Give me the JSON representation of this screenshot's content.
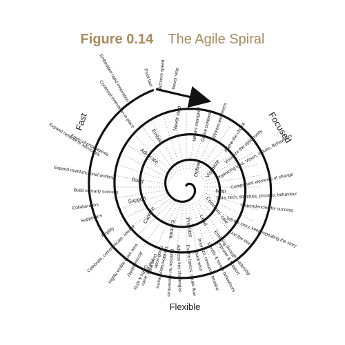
{
  "figure": {
    "number": "Figure 0.14",
    "title": "The Agile Spiral"
  },
  "axes": {
    "fast": "Fast",
    "focused": "Focused",
    "flexible": "Flexible"
  },
  "phases": {
    "define": "Define",
    "visualize": "Visualize",
    "map": "Map",
    "communicate": "Communi- cate",
    "lead": "Lead",
    "prioritize": "Prioritize",
    "execute": "Execute",
    "capture": "Capture",
    "support": "Support",
    "build": "Build",
    "advocate": "Advocate",
    "embed": "Embed",
    "never_stop": "Never stop"
  },
  "details": {
    "whats_changed": "What's changed?",
    "define_contexts": "Define contexts",
    "winners_losers": "Winners and losers",
    "frame_choice": "Frame the choice",
    "visualize_opportunity": "Visualize the opportunity",
    "organizing_idea": "Organizing idea, Vision, Values, Behaviours",
    "component_elements": "Component elements of change",
    "data_tech": "Data, tech, structure, process, behaviour",
    "dependencies": "Dependencies for success",
    "tell_story": "Tell the story, keep repeating the story",
    "live_story": "Live the story",
    "enabling_leadership": "Enabling through leadership",
    "identify_renew": "Identify & renew behaviours",
    "empower_support": "Empower & Support",
    "prioritize_resource": "Prioritize, resource, timeline",
    "quick_wins": "Quick wins",
    "fix_basics": "Fix the basics, create flow",
    "address_challenges": "Address key challenges",
    "optimize_momentum": "Optimize for momentum",
    "transformation_teams": "Transformation teams",
    "small_scale": "Small-scale",
    "drive_tests": "Drive tests",
    "fail_fast": "Fail fast, learn",
    "okrs": "OKRs & KPIs",
    "accountability": "Accountability",
    "highly_visible": "Highly visible quick wins",
    "celebrate_communicate": "Celebrate, communicate, reward",
    "amplify": "Amplify",
    "supporters": "Supporters",
    "collaborators": "Collaborators",
    "build_early_success": "Build on early success",
    "expand_multifunctional": "Expand multifunctional working",
    "equip_change_agents": "Equip change agents",
    "expand_network": "Expand network of advocates",
    "continual_innovation": "Continual innovation in place",
    "embedded_innovation": "Embedded rapid innovation",
    "pivot_fast": "Pivot fast",
    "never_stop_d": "Never stop",
    "achieve_speed": "Achieve speed"
  }
}
